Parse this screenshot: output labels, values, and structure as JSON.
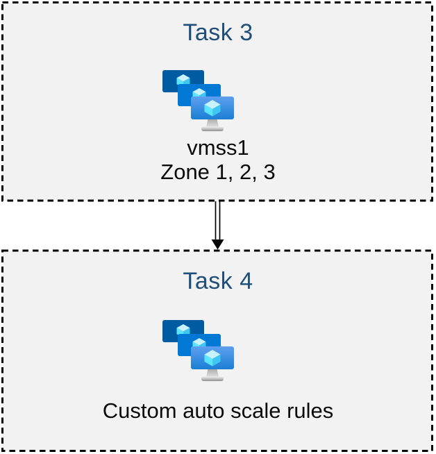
{
  "diagram": {
    "type": "flow",
    "background": "#ffffff",
    "box_fill": "#f2f2f2",
    "box_border_color": "#000000",
    "box_border_style": "dashed",
    "title_color": "#1f4e79",
    "label_color": "#0b0b0b"
  },
  "nodes": {
    "task3": {
      "title": "Task 3",
      "icon": "vm-scale-sets-icon",
      "label_line1": "vmss1",
      "label_line2": "Zone 1, 2, 3"
    },
    "task4": {
      "title": "Task 4",
      "icon": "vm-scale-sets-icon",
      "label_line1": "Custom auto scale rules"
    }
  },
  "connector": {
    "from": "task3",
    "to": "task4",
    "style": "double-line",
    "direction": "down",
    "color": "#000000"
  },
  "icon_colors": {
    "monitor_back": "#005ba1",
    "monitor_middle": "#0078d4",
    "monitor_front_top": "#5ea0ef",
    "monitor_front_bottom": "#1b7fd4",
    "cube_top": "#c9f2ff",
    "cube_left": "#5ce5ff",
    "cube_right": "#3ec7f0",
    "stand_neck": "#bdbdbd",
    "stand_base": "#a9a9a9"
  }
}
